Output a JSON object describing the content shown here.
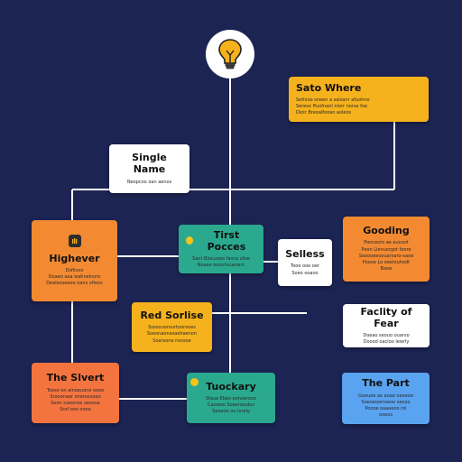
{
  "colors": {
    "background": "#1c2453",
    "connector": "#ffffff",
    "yellow": "#f6b21c",
    "orange": "#f38a32",
    "teal": "#2aa98f",
    "white": "#ffffff",
    "blue": "#5aa3f0",
    "coral": "#f47440"
  },
  "diagram": {
    "root_icon": "lightbulb-icon",
    "nodes": {
      "sato_where": {
        "title": "Sato Where",
        "body": "Sefnioo sneen a salsanr afuohno\nSereso ffuofnanl nlorr norse foe\nDioir Breoalfooao aoleos"
      },
      "single_name": {
        "title": "Single Name",
        "body": "Neopcoo oan aenos"
      },
      "highever": {
        "title": "Highever",
        "body": "Dsfiicoo\nDoaeo aaa wahnelnoro\nDealsooeeoe oans ofioos"
      },
      "tirst_pocces": {
        "title": "Tirst Pocces",
        "body": "Saot Blocuoeo fasno ofoe\nNoaee oooohouesarc"
      },
      "selless": {
        "title": "Selless",
        "body": "Tooe ooe oer\nSoeo ooaoo"
      },
      "gooding": {
        "title": "Gooding",
        "body": "Pooceoro ae euvoot\nPoon Lienuorgot foore\nSooooeeoouarsaro-saoe\nPoooe Lo eeelouhodt\nBaoe"
      },
      "red_sorlise": {
        "title": "Red Sorlise",
        "body": "Sssoouorourtoorooes\nSooonaonsoaehaenon\nSoarsone nossoe"
      },
      "faclity_of_fear": {
        "title": "Faclity of Fear",
        "body": "Doeao seouo ouarso\nDoood oacloo lewrly"
      },
      "the_slvert": {
        "title": "The Slvert",
        "body": "Toeso on ainoeuone oeoo\nSrooonaer onorosvoeo\nSoon sueonoe oesooe\nSrof ooo oooo"
      },
      "tuockary": {
        "title": "Tuockary",
        "body": "Sfaua Ebeo eonoerooo\nCaowoo Soeenoodos\nSeoeoe oo lorely"
      },
      "the_part": {
        "title": "The Part",
        "body": "Goeuoe ao aoae oeoeoe\nSoeoeoorroeoo seooo\nPoooe oaaaeoo rol\nooeos"
      }
    }
  }
}
